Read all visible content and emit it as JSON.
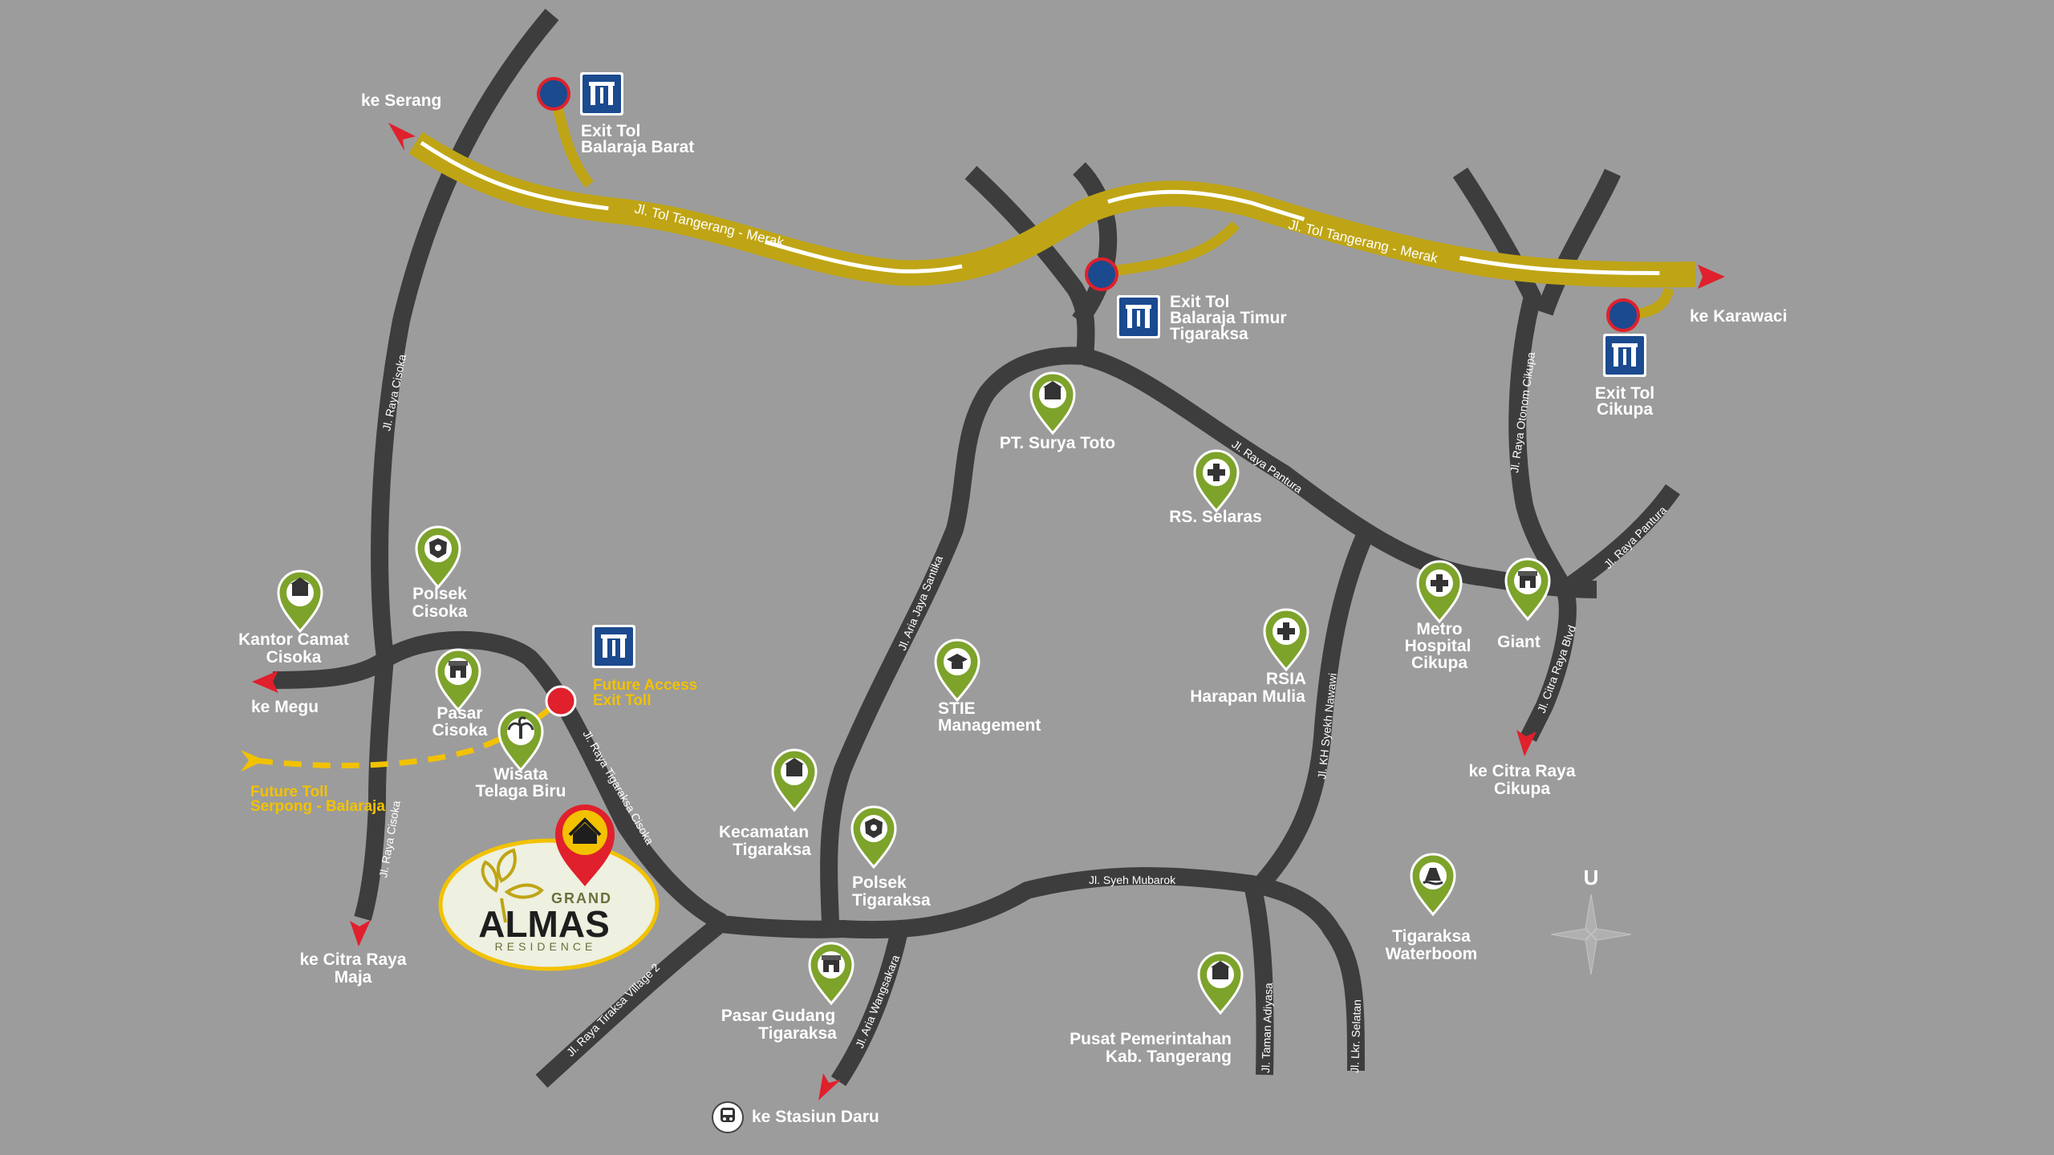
{
  "colors": {
    "background": "#9c9c9c",
    "road": "#3d3d3d",
    "toll": "#bfa515",
    "pin": "#7da32b",
    "exit_icon": "#1b4a8f",
    "arrow": "#e0202c",
    "future": "#f2c200"
  },
  "destinations": {
    "serang": "ke Serang",
    "karawaci": "ke Karawaci",
    "megu": "ke Megu",
    "citra_maja_1": "ke Citra Raya",
    "citra_maja_2": "Maja",
    "citra_cikupa_1": "ke Citra Raya",
    "citra_cikupa_2": "Cikupa",
    "stasiun": "ke Stasiun Daru"
  },
  "exits": {
    "balaraja_barat": [
      "Exit Tol",
      "Balaraja Barat"
    ],
    "balaraja_timur": [
      "Exit Tol",
      "Balaraja Timur",
      "Tigaraksa"
    ],
    "cikupa": [
      "Exit Tol",
      "Cikupa"
    ],
    "future": [
      "Future Access",
      "Exit Toll"
    ]
  },
  "future_toll": [
    "Future Toll",
    "Serpong - Balaraja"
  ],
  "roads": {
    "tol_1": "Jl. Tol Tangerang - Merak",
    "tol_2": "Jl. Tol Tangerang - Merak",
    "cisoka_1": "Jl. Raya Cisoka",
    "cisoka_2": "Jl. Raya Cisoka",
    "tigaraksa_cisoka": "Jl. Raya Tigaraksa Cisoka",
    "tiga_village": "Jl. Raya Tiraksa Village 2",
    "aria_santika": "Jl. Aria Jaya Santika",
    "aria_wangsakara": "Jl. Aria Wangsakara",
    "pantura_1": "Jl. Raya Pantura",
    "pantura_2": "Jl. Raya Pantura",
    "otonom": "Jl. Raya Otonom Cikupa",
    "citra_blvd": "Jl. Citra Raya Blvd",
    "kh_syekh": "Jl. KH Syekh Nawawi",
    "syeh_mubarok": "Jl. Syeh Mubarok",
    "taman_adiyasa": "Jl. Taman Adiyasa",
    "lkr_selatan": "Jl. Lkr. Selatan"
  },
  "places": {
    "polsek_cisoka": [
      "Polsek",
      "Cisoka"
    ],
    "kantor_camat": [
      "Kantor Camat",
      "Cisoka"
    ],
    "pasar_cisoka": [
      "Pasar",
      "Cisoka"
    ],
    "wisata": [
      "Wisata",
      "Telaga Biru"
    ],
    "surya_toto": [
      "PT. Surya Toto"
    ],
    "rs_selaras": [
      "RS. Selaras"
    ],
    "stie": [
      "STIE",
      "Management"
    ],
    "rsia": [
      "RSIA",
      "Harapan Mulia"
    ],
    "metro": [
      "Metro",
      "Hospital",
      "Cikupa"
    ],
    "giant": [
      "Giant"
    ],
    "kecamatan": [
      "Kecamatan",
      "Tigaraksa"
    ],
    "polsek_tiga": [
      "Polsek",
      "Tigaraksa"
    ],
    "pasar_gudang": [
      "Pasar Gudang",
      "Tigaraksa"
    ],
    "waterboom": [
      "Tigaraksa",
      "Waterboom"
    ],
    "pusat": [
      "Pusat Pemerintahan",
      "Kab. Tangerang"
    ]
  },
  "logo": {
    "top": "GRAND",
    "main": "ALMAS",
    "sub": "RESIDENCE"
  },
  "compass": "U",
  "icons": {
    "exit": "toll-gate-icon",
    "police": "police-badge-icon",
    "hospital": "medical-cross-icon",
    "market": "shop-icon",
    "building": "office-building-icon",
    "education": "graduation-cap-icon",
    "park": "palm-tree-icon",
    "waterpark": "waterpark-icon",
    "train": "train-icon",
    "home": "home-icon"
  }
}
